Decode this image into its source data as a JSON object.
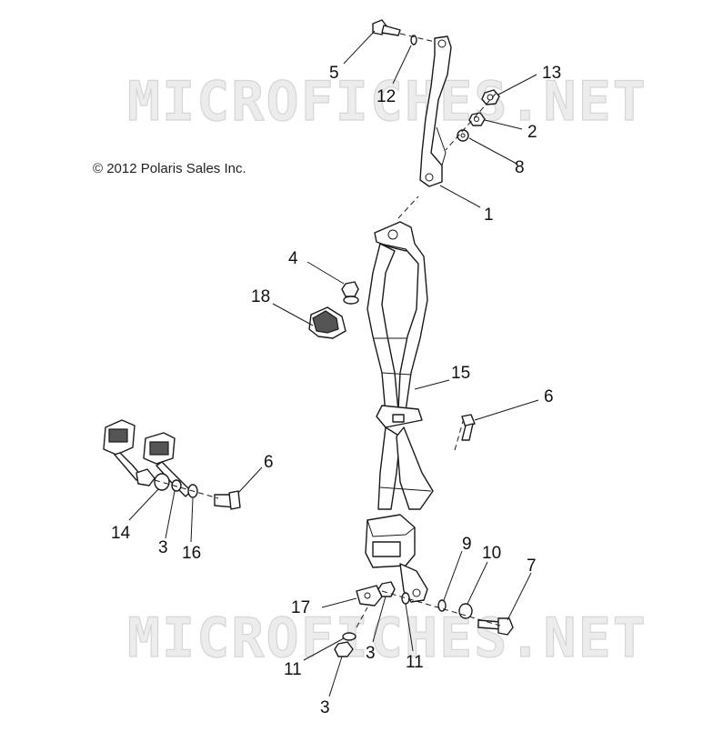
{
  "copyright": "© 2012 Polaris Sales Inc.",
  "watermark": "MICROFICHES.NET",
  "callouts": [
    {
      "id": "c1",
      "text": "1"
    },
    {
      "id": "c2",
      "text": "2"
    },
    {
      "id": "c3a",
      "text": "3"
    },
    {
      "id": "c3b",
      "text": "3"
    },
    {
      "id": "c3c",
      "text": "3"
    },
    {
      "id": "c4",
      "text": "4"
    },
    {
      "id": "c5",
      "text": "5"
    },
    {
      "id": "c6a",
      "text": "6"
    },
    {
      "id": "c6b",
      "text": "6"
    },
    {
      "id": "c7",
      "text": "7"
    },
    {
      "id": "c8",
      "text": "8"
    },
    {
      "id": "c9",
      "text": "9"
    },
    {
      "id": "c10",
      "text": "10"
    },
    {
      "id": "c11a",
      "text": "11"
    },
    {
      "id": "c11b",
      "text": "11"
    },
    {
      "id": "c12",
      "text": "12"
    },
    {
      "id": "c13",
      "text": "13"
    },
    {
      "id": "c14",
      "text": "14"
    },
    {
      "id": "c15",
      "text": "15"
    },
    {
      "id": "c16",
      "text": "16"
    },
    {
      "id": "c17",
      "text": "17"
    },
    {
      "id": "c18",
      "text": "18"
    }
  ]
}
